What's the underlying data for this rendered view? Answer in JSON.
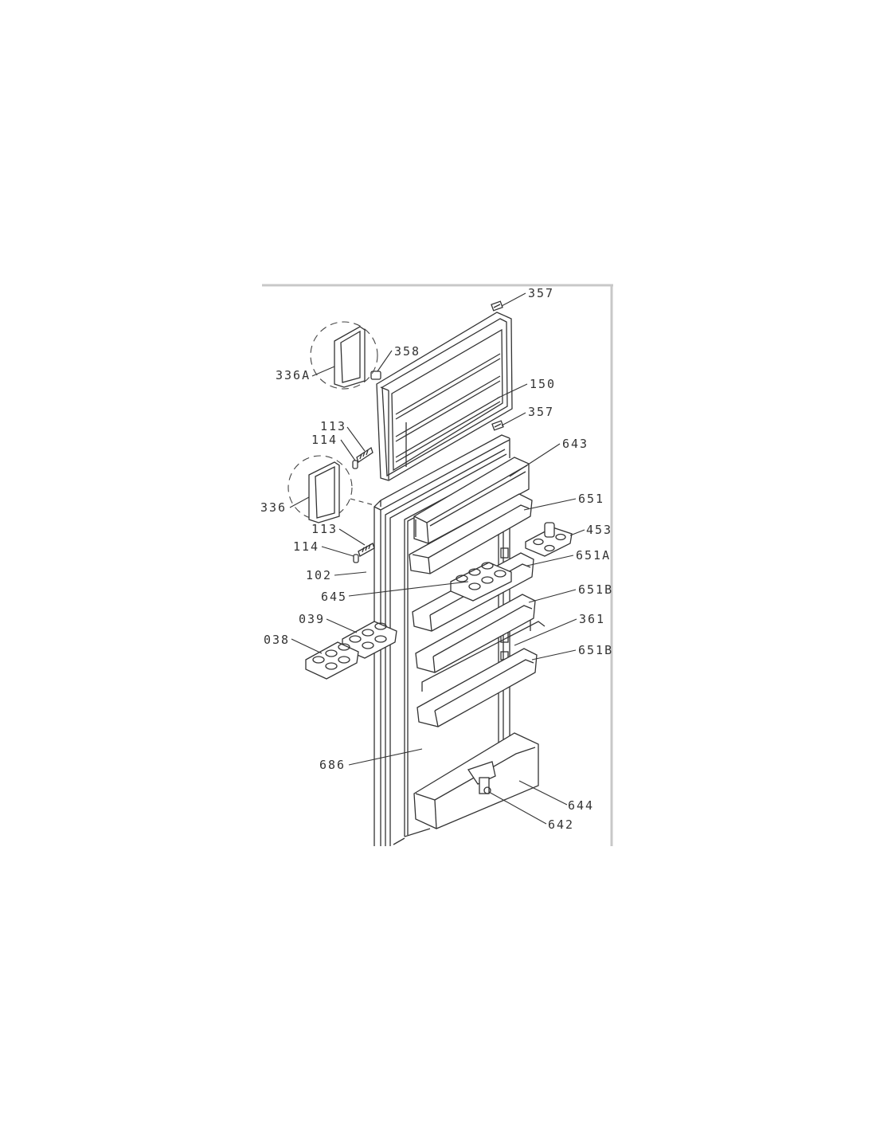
{
  "labels": {
    "l357_top": "357",
    "l358": "358",
    "l336A": "336A",
    "l150": "150",
    "l357_mid": "357",
    "l113_top": "113",
    "l114_top": "114",
    "l643": "643",
    "l336": "336",
    "l651": "651",
    "l113_bot": "113",
    "l453": "453",
    "l114_bot": "114",
    "l651A": "651A",
    "l102": "102",
    "l645": "645",
    "l651B_top": "651B",
    "l039": "039",
    "l361": "361",
    "l038": "038",
    "l651B_bot": "651B",
    "l686": "686",
    "l644": "644",
    "l642": "642"
  },
  "colors": {
    "line": "#333333",
    "frame": "#cccccc",
    "background": "#ffffff"
  }
}
